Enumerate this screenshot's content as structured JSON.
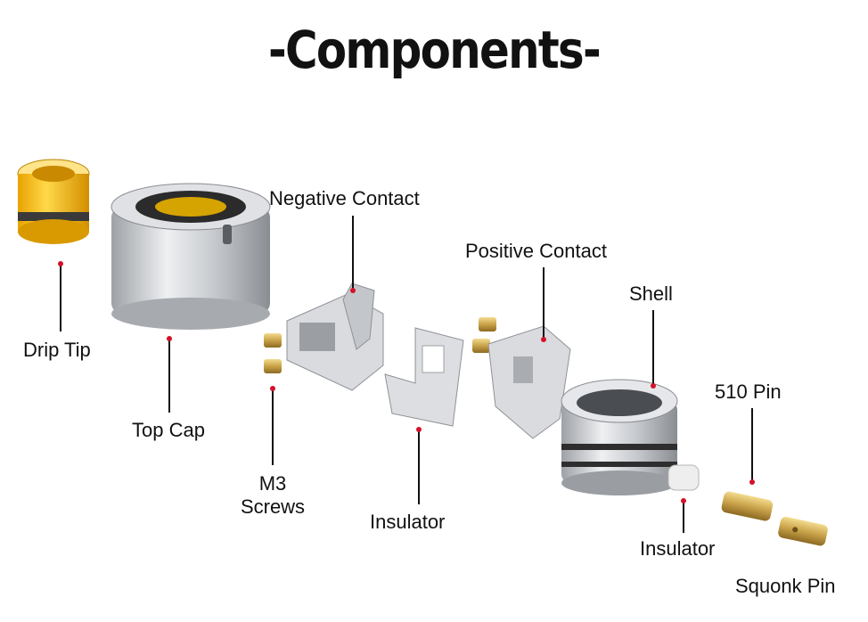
{
  "title": "-Components-",
  "labels": {
    "drip_tip": "Drip Tip",
    "top_cap": "Top Cap",
    "negative_contact": "Negative Contact",
    "m3_screws_line1": "M3",
    "m3_screws_line2": "Screws",
    "insulator_1": "Insulator",
    "positive_contact": "Positive Contact",
    "shell": "Shell",
    "insulator_2": "Insulator",
    "pin_510": "510 Pin",
    "squonk_pin": "Squonk Pin"
  },
  "colors": {
    "leader_line": "#111111",
    "marker_dot": "#d4112a",
    "drip_tip": "#f2b800",
    "metal": "#c9cbce",
    "brass": "#c9a24a"
  }
}
